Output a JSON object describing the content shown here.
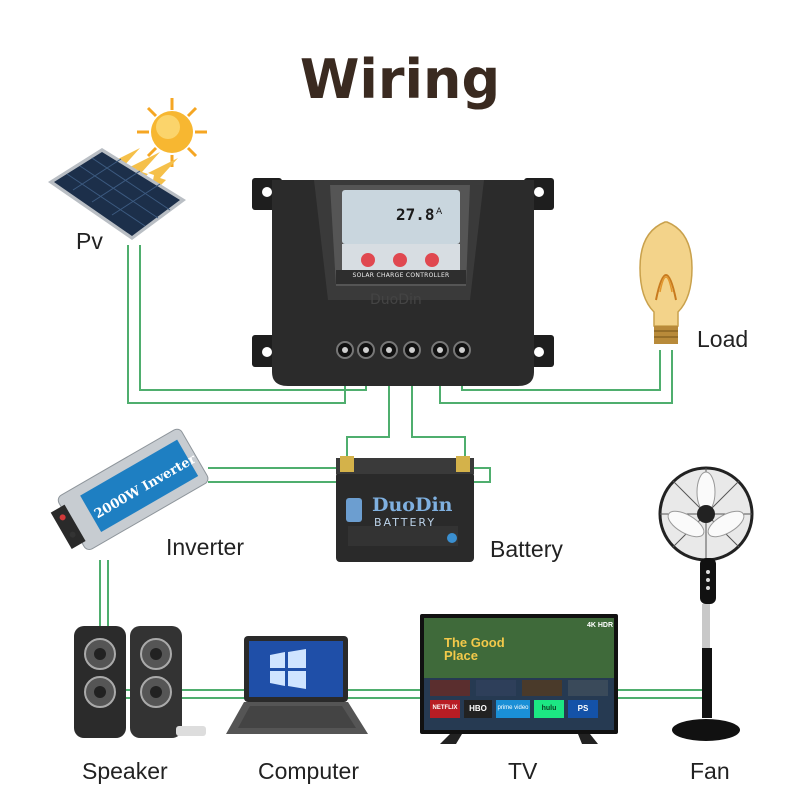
{
  "title": "Wiring",
  "labels": {
    "pv": "Pv",
    "load": "Load",
    "inverter": "Inverter",
    "battery": "Battery",
    "speaker": "Speaker",
    "computer": "Computer",
    "tv": "TV",
    "fan": "Fan"
  },
  "controller": {
    "reading": "27.8",
    "unit": "A",
    "caption": "SOLAR CHARGE CONTROLLER",
    "watermark": "DuoDin"
  },
  "battery": {
    "brand": "DuoDin",
    "subtitle": "BATTERY"
  },
  "inverter": {
    "text": "2000W Inverter"
  },
  "tv": {
    "headline": "The Good Place",
    "apps": [
      "NETFLIX",
      "HBO",
      "prime video",
      "hulu",
      "PS"
    ],
    "badge": "4K HDR"
  },
  "colors": {
    "wire": "#4fae6e",
    "controller_body": "#2b2b2b",
    "lcd": "#c9d6de",
    "button": "#e04850",
    "inverter_panel": "#1e7fc2",
    "battery_body": "#2a2a2a",
    "title": "#3a2a20"
  }
}
